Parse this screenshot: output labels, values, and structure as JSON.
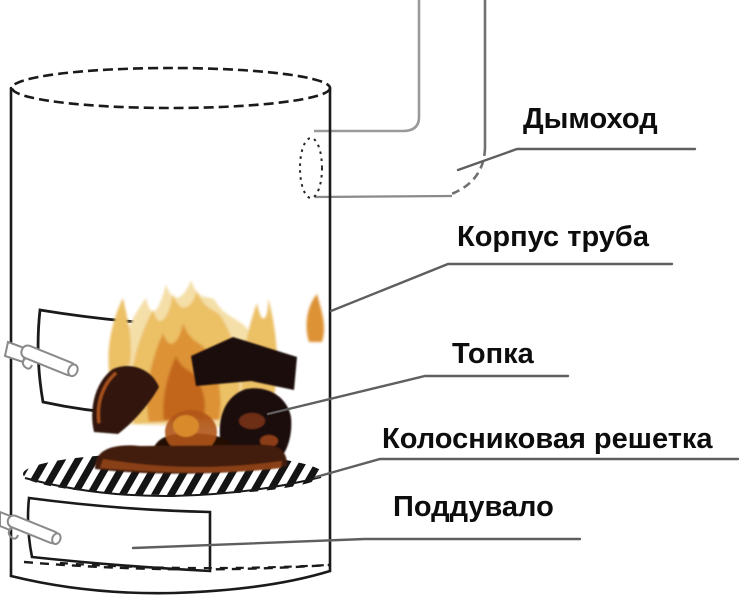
{
  "diagram": {
    "type": "stove-construction-diagram",
    "labels": [
      {
        "id": "chimney",
        "text": "Дымоход"
      },
      {
        "id": "body",
        "text": "Корпус труба"
      },
      {
        "id": "firebox",
        "text": "Топка"
      },
      {
        "id": "grate",
        "text": "Колосниковая решетка"
      },
      {
        "id": "ash-pit",
        "text": "Поддувало"
      }
    ]
  },
  "colors": {
    "label": "#0d0d0d",
    "outline": "#1a1a1a",
    "leader": "#5f5f5f",
    "pipe-light": "#9a9a9a",
    "pipe-dark": "#707070",
    "flame-pale": "#f4dfa8",
    "flame-yellow": "#ecc065",
    "flame-orange": "#dd9234",
    "flame-deep": "#c2661c",
    "log-dark": "#33190c",
    "log-darkest": "#1b0f08",
    "ember-glow": "#d98a2c"
  }
}
